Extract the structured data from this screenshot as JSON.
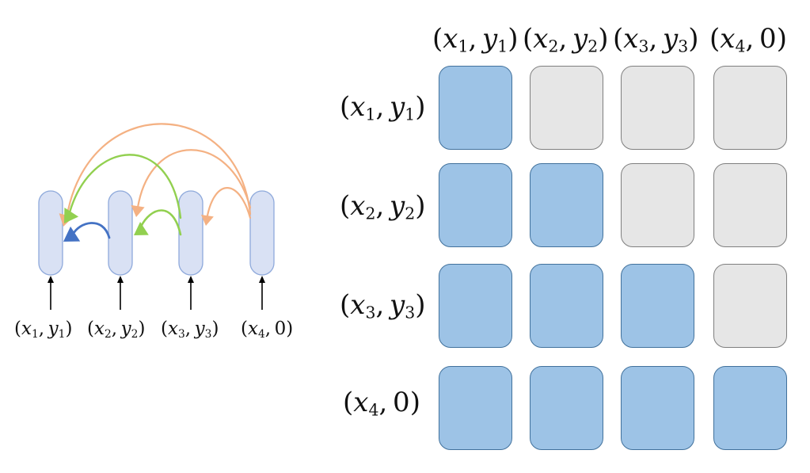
{
  "tokens": [
    {
      "x": "x",
      "xs": "1",
      "y": "y",
      "ys": "1"
    },
    {
      "x": "x",
      "xs": "2",
      "y": "y",
      "ys": "2"
    },
    {
      "x": "x",
      "xs": "3",
      "y": "y",
      "ys": "3"
    },
    {
      "x": "x",
      "xs": "4",
      "y": "0",
      "ys": ""
    }
  ],
  "mask": [
    [
      true,
      false,
      false,
      false
    ],
    [
      true,
      true,
      false,
      false
    ],
    [
      true,
      true,
      true,
      false
    ],
    [
      true,
      true,
      true,
      true
    ]
  ],
  "colors": {
    "node_fill": "#d9e1f4",
    "node_stroke": "#8ea9db",
    "arrow_blue": "#4472c4",
    "arrow_green": "#92d050",
    "arrow_orange": "#f4b183",
    "cell_on": "#9dc3e6",
    "cell_off": "#e6e6e6"
  }
}
